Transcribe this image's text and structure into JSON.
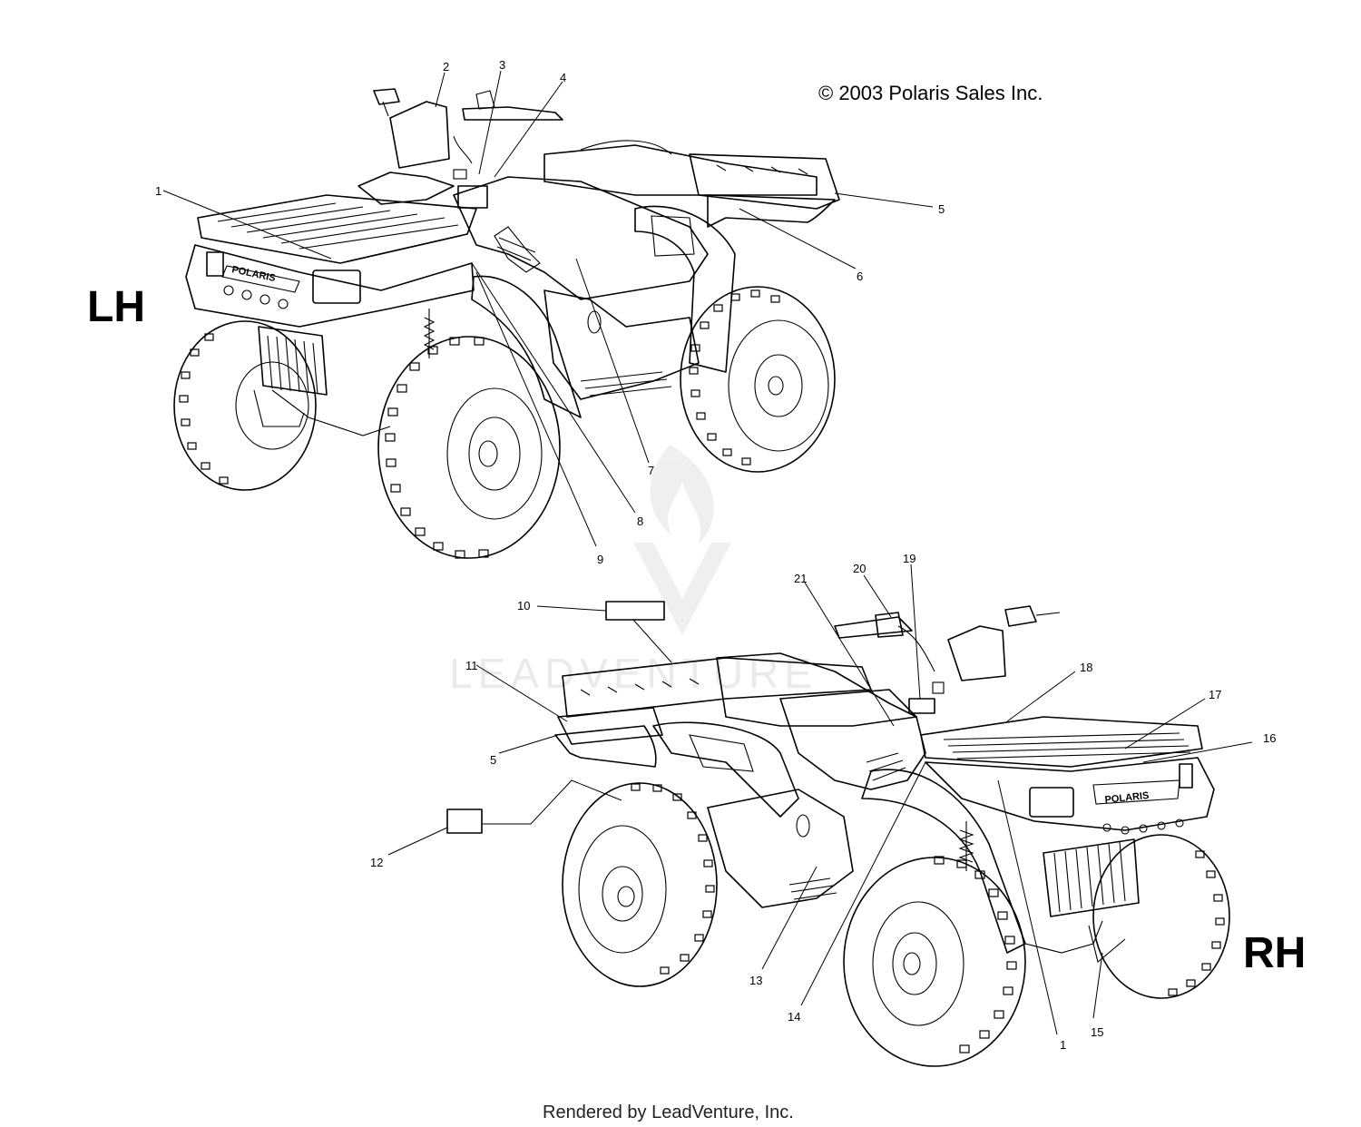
{
  "copyright": "© 2003 Polaris Sales Inc.",
  "footer": "Rendered by LeadVenture, Inc.",
  "watermark": "LEADVENTURE",
  "brand_text": "POLARIS",
  "views": {
    "lh": {
      "label": "LH"
    },
    "rh": {
      "label": "RH"
    }
  },
  "callouts_lh": [
    "1",
    "2",
    "3",
    "4",
    "5",
    "6",
    "7",
    "8",
    "9"
  ],
  "callouts_rh": [
    "10",
    "11",
    "5",
    "12",
    "13",
    "14",
    "1",
    "15",
    "16",
    "17",
    "18",
    "19",
    "20",
    "21"
  ]
}
